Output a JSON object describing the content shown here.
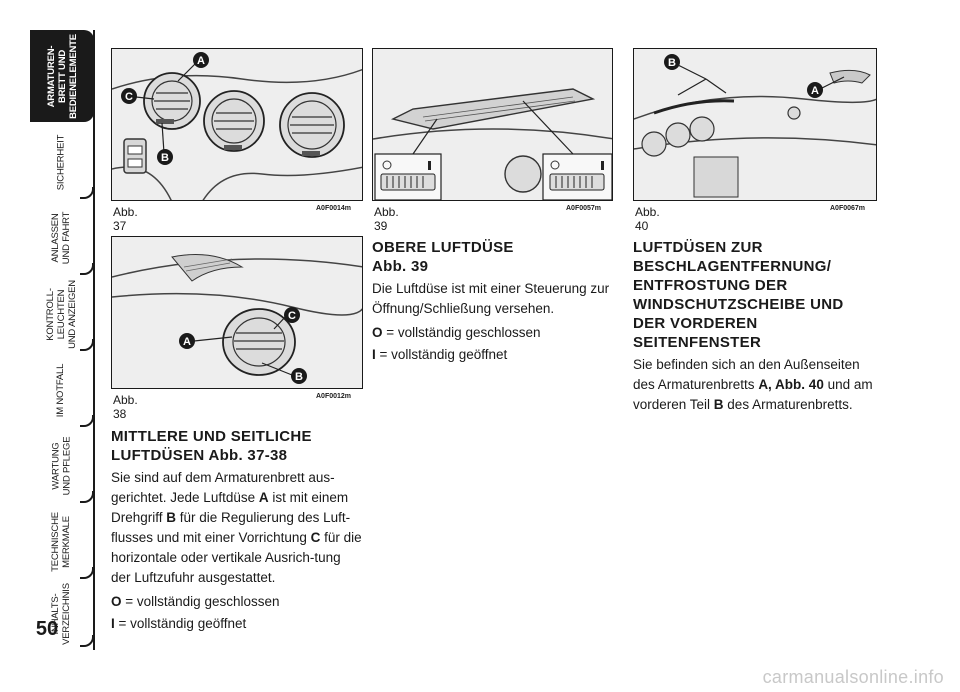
{
  "side_tabs": [
    {
      "label": "ARMATUREN-\nBRETT UND\nBEDIENELEMENTE",
      "active": true
    },
    {
      "label": "SICHERHEIT",
      "active": false
    },
    {
      "label": "ANLASSEN\nUND FAHRT",
      "active": false
    },
    {
      "label": "KONTROLL-\nLEUCHTEN\nUND ANZEIGEN",
      "active": false
    },
    {
      "label": "IM NOTFALL",
      "active": false
    },
    {
      "label": "WARTUNG\nUND PFLEGE",
      "active": false
    },
    {
      "label": "TECHNISCHE\nMERKMALE",
      "active": false
    },
    {
      "label": "INHALTS-\nVERZEICHNIS",
      "active": false
    }
  ],
  "page_number": "50",
  "figures": {
    "abb37": {
      "caption": "Abb. 37",
      "code": "A0F0014m",
      "callouts": [
        "A",
        "B",
        "C"
      ]
    },
    "abb38": {
      "caption": "Abb. 38",
      "code": "A0F0012m",
      "callouts": [
        "A",
        "B",
        "C"
      ]
    },
    "abb39": {
      "caption": "Abb. 39",
      "code": "A0F0057m",
      "symbols": [
        "O",
        "I"
      ]
    },
    "abb40": {
      "caption": "Abb. 40",
      "code": "A0F0067m",
      "callouts": [
        "A",
        "B"
      ]
    }
  },
  "sections": {
    "mittlere": {
      "heading_line1": "MITTLERE UND SEITLICHE",
      "heading_line2": "LUFTDÜSEN Abb. 37-38",
      "body_1": "Sie sind auf dem Armaturenbrett aus-gerichtet. Jede Luftdüse ",
      "bold_A": "A",
      "body_2": " ist mit einem Drehgriff ",
      "bold_B": "B",
      "body_3": " für die Regulierung des Luft-flusses und mit einer Vorrichtung ",
      "bold_C": "C",
      "body_4": " für die horizontale oder vertikale Ausrich-tung der Luftzufuhr ausgestattet.",
      "o_symbol": "O",
      "o_text": " = vollständig geschlossen",
      "i_symbol": "I",
      "i_text": " = vollständig geöffnet"
    },
    "obere": {
      "heading_line1": "OBERE LUFTDÜSE",
      "heading_line2": "Abb. 39",
      "body": "Die Luftdüse ist mit einer Steuerung zur Öffnung/Schließung versehen.",
      "o_symbol": "O",
      "o_text": " = vollständig geschlossen",
      "i_symbol": "I",
      "i_text": " = vollständig geöffnet"
    },
    "entfrostung": {
      "heading_lines": [
        "LUFTDÜSEN ZUR",
        "BESCHLAGENTFERNUNG/",
        "ENTFROSTUNG DER",
        "WINDSCHUTZSCHEIBE UND",
        "DER VORDEREN",
        "SEITENFENSTER"
      ],
      "body_1": "Sie befinden sich an den Außenseiten des Armaturenbretts ",
      "bold_1": "A, Abb. 40",
      "body_2": " und am vorderen Teil ",
      "bold_2": "B",
      "body_3": " des Armaturenbretts."
    }
  },
  "watermark": "carmanualsonline.info"
}
